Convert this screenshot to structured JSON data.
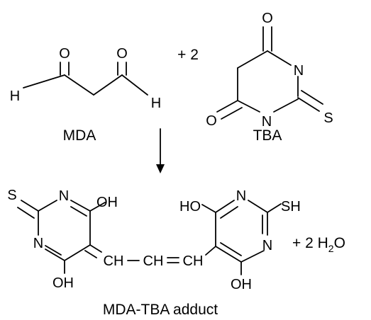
{
  "reactants": {
    "mda": {
      "label": "MDA",
      "atoms": {
        "o1": "O",
        "o2": "O",
        "h1": "H",
        "h2": "H"
      }
    },
    "plus_coefficient": "+ 2",
    "tba": {
      "label": "TBA",
      "atoms": {
        "o_top": "O",
        "n_right": "N",
        "s": "S",
        "n_bottom": "N",
        "o_left": "O"
      }
    }
  },
  "arrow": {
    "direction": "down"
  },
  "product": {
    "label": "MDA-TBA adduct",
    "left_ring": {
      "s": "S",
      "n_top": "N",
      "oh_top": "OH",
      "n_left": "N",
      "oh_bottom": "OH"
    },
    "bridge": {
      "ch1": "CH",
      "ch2": "CH",
      "ch3": "CH"
    },
    "right_ring": {
      "ho_top": "HO",
      "n_top": "N",
      "sh": "SH",
      "n_right": "N",
      "oh_bottom": "OH"
    },
    "water": {
      "prefix": "+ 2 H",
      "subscript": "2",
      "suffix": "O"
    }
  }
}
